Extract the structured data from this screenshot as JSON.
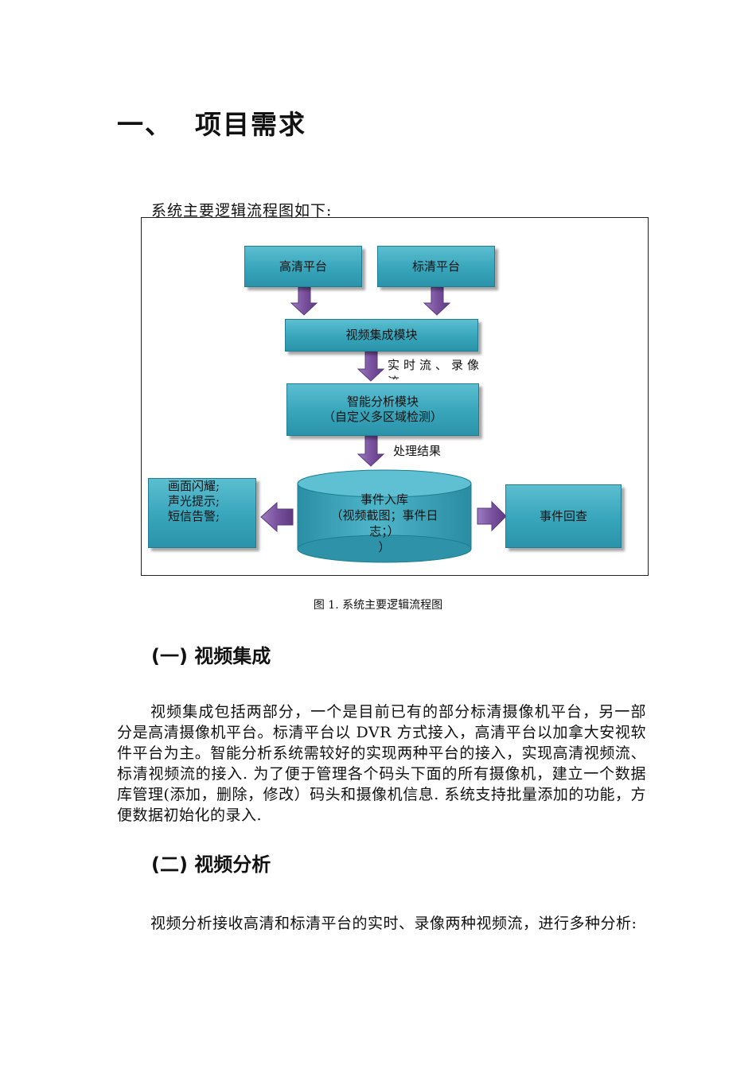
{
  "heading": {
    "number": "一、",
    "title": "项目需求"
  },
  "intro": "系统主要逻辑流程图如下:",
  "diagram": {
    "nodes": {
      "hd_platform": "高清平台",
      "sd_platform": "标清平台",
      "integration": "视频集成模块",
      "analysis_line1": "智能分析模块",
      "analysis_line2": "（自定义多区域检测）",
      "storage_line1": "事件入库",
      "storage_line2": "（视频截图；事件日",
      "storage_line3": "志；）",
      "storage_line4": "）",
      "alerts_line1": "画面闪耀;",
      "alerts_line2": "声光提示;",
      "alerts_line3": "短信告警;",
      "review": "事件回查"
    },
    "edge_labels": {
      "stream": "实时流、录像流",
      "result": "处理结果"
    },
    "arrow_color": "#8b63ad"
  },
  "caption": "图 1. 系统主要逻辑流程图",
  "section1": {
    "title": "(一) 视频集成",
    "body": "视频集成包括两部分，一个是目前已有的部分标清摄像机平台，另一部分是高清摄像机平台。标清平台以 DVR 方式接入，高清平台以加拿大安视软件平台为主。智能分析系统需较好的实现两种平台的接入，实现高清视频流、标清视频流的接入. 为了便于管理各个码头下面的所有摄像机，建立一个数据库管理(添加，删除，修改）码头和摄像机信息. 系统支持批量添加的功能，方便数据初始化的录入."
  },
  "section2": {
    "title": "(二) 视频分析",
    "body": "视频分析接收高清和标清平台的实时、录像两种视频流，进行多种分析:"
  }
}
